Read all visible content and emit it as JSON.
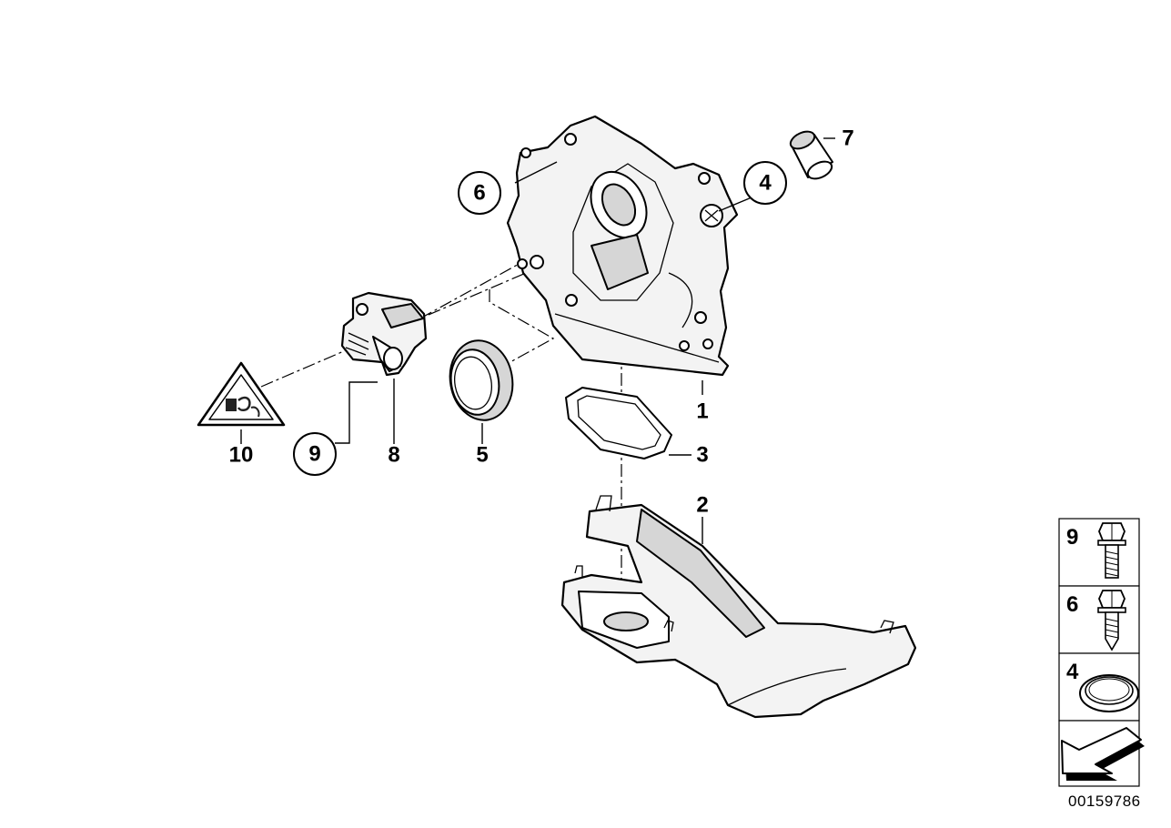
{
  "callouts": {
    "c1": "1",
    "c2": "2",
    "c3": "3",
    "c4": "4",
    "c5": "5",
    "c6": "6",
    "c7": "7",
    "c8": "8",
    "c9": "9",
    "c10": "10"
  },
  "legend": {
    "item_9": "9",
    "item_6": "6",
    "item_4": "4"
  },
  "document_number": "00159786"
}
